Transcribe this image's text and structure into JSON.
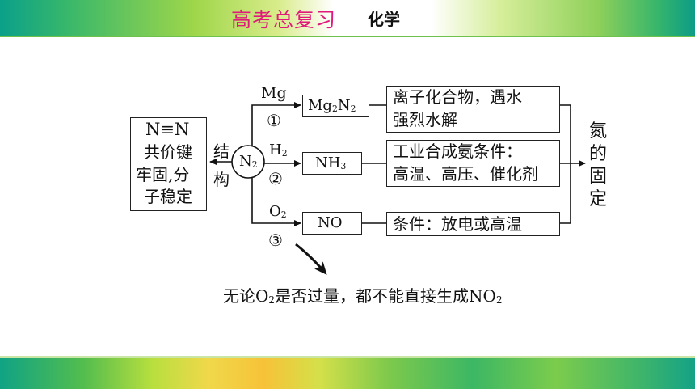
{
  "header": {
    "title": "高考总复习",
    "subject": "化学"
  },
  "diagram": {
    "left_box": [
      "N≡N",
      "共价键",
      "牢固,分",
      "子稳定"
    ],
    "structure_label": [
      "结",
      "构"
    ],
    "center": {
      "sym": "N",
      "sub": "2"
    },
    "paths": [
      {
        "reagent_sym": "Mg",
        "reagent_sub": "",
        "number": "①",
        "product": {
          "a": "Mg",
          "a_sub": "2",
          "b": "N",
          "b_sub": "2"
        },
        "note_lines": [
          "离子化合物，遇水",
          "强烈水解"
        ]
      },
      {
        "reagent_sym": "H",
        "reagent_sub": "2",
        "number": "②",
        "product": {
          "a": "NH",
          "a_sub": "3"
        },
        "note_lines": [
          "工业合成氨条件：",
          "高温、高压、催化剂"
        ]
      },
      {
        "reagent_sym": "O",
        "reagent_sub": "2",
        "number": "③",
        "product": {
          "a": "NO"
        },
        "note_lines": [
          "条件：放电或高温"
        ]
      }
    ],
    "right_label": [
      "氮",
      "的",
      "固",
      "定"
    ],
    "bottom_note": {
      "p1": "无论O",
      "s1": "2",
      "p2": "是否过量，都不能直接生成NO",
      "s2": "2"
    }
  }
}
